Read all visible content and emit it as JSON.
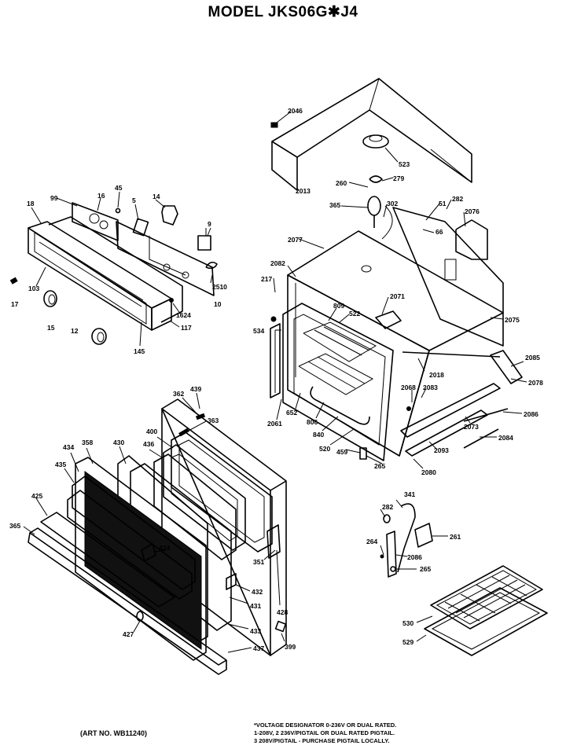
{
  "title": "MODEL JKS06G✱J4",
  "art_no": "(ART NO. WB11240)",
  "notes": [
    "*VOLTAGE DESIGNATOR 0-236V OR DUAL RATED.",
    "1-208V, 2 236V/PIGTAIL OR DUAL RATED PIGTAIL.",
    "3 208V/PIGTAIL - PURCHASE PIGTAIL LOCALLY."
  ],
  "parts": {
    "p2046": "2046",
    "p523": "523",
    "p279": "279",
    "p2013": "2013",
    "p260": "260",
    "p365a": "365",
    "p302": "302",
    "p51": "51",
    "p282a": "282",
    "p2076": "2076",
    "p66": "66",
    "p2077": "2077",
    "p2082": "2082",
    "p217": "217",
    "p2071": "2071",
    "p809": "809",
    "p522": "522",
    "p2075": "2075",
    "p534": "534",
    "p2085": "2085",
    "p2018": "2018",
    "p2078": "2078",
    "p2068": "2068",
    "p2083": "2083",
    "p2086": "2086",
    "p2061": "2061",
    "p652": "652",
    "p806": "806",
    "p840": "840",
    "p520": "520",
    "p459": "459",
    "p2073": "2073",
    "p2084": "2084",
    "p2093": "2093",
    "p265a": "265",
    "p2080": "2080",
    "p18": "18",
    "p99": "99",
    "p16": "16",
    "p45": "45",
    "p5": "5",
    "p14": "14",
    "p17": "17",
    "p103": "103",
    "p15": "15",
    "p12": "12",
    "p145": "145",
    "p117": "117",
    "p1624": "1624",
    "p10": "10",
    "p2510": "2510",
    "p9": "9",
    "p362": "362",
    "p439": "439",
    "p363": "363",
    "p400": "400",
    "p436": "436",
    "p430": "430",
    "p358": "358",
    "p434": "434",
    "p435": "435",
    "p425": "425",
    "p365b": "365",
    "p424": "424",
    "p351": "351",
    "p432": "432",
    "p431": "431",
    "p428": "428",
    "p427": "427",
    "p433": "433",
    "p437": "437",
    "p399": "399",
    "p341": "341",
    "p282b": "282",
    "p261": "261",
    "p264": "264",
    "p2086b": "2086",
    "p265b": "265",
    "p530": "530",
    "p529": "529"
  }
}
